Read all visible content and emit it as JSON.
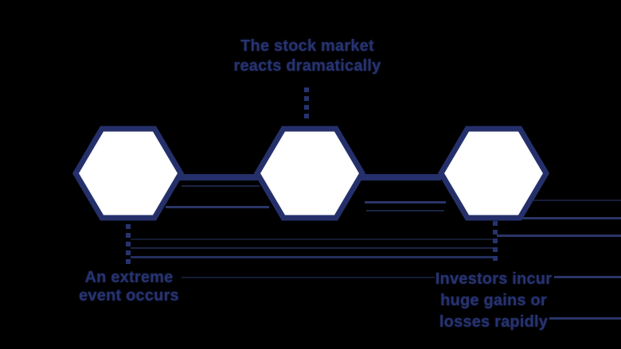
{
  "diagram": {
    "description": "Three-step hexagon flow about extreme events and stock market reaction",
    "colors": {
      "background": "#000000",
      "navy_text": "#27336f",
      "hexagon_fill": "#ffffff",
      "hexagon_border": "#25306b",
      "faint_line": "#1b2444"
    },
    "labels": {
      "top": [
        "The stock market",
        "reacts dramatically"
      ],
      "bottom_left": [
        "An extreme",
        "event occurs"
      ],
      "bottom_right": [
        "Investors incur",
        "huge gains or",
        "losses rapidly"
      ]
    }
  }
}
